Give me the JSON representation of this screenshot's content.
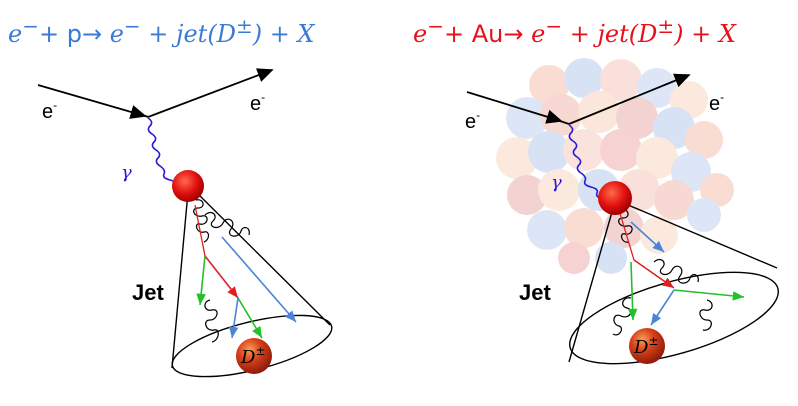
{
  "panels": [
    {
      "title": {
        "pre": "e",
        "sup1": "−",
        "plus": "+ ",
        "target": "p",
        "arrow": "→ ",
        "post": "e",
        "sup2": "−",
        "rest": " + jet(D",
        "sup3": "±",
        "end": ") + X"
      },
      "electron_in": "e",
      "electron_out": "e",
      "photon": "γ",
      "jet": "Jet",
      "meson": "D",
      "meson_sup": "±"
    },
    {
      "title": {
        "pre": "e",
        "sup1": "−",
        "plus": "+ ",
        "target": "Au",
        "arrow": "→ ",
        "post": "e",
        "sup2": "−",
        "rest": " + jet(D",
        "sup3": "±",
        "end": ") + X"
      },
      "electron_in": "e",
      "electron_out": "e",
      "photon": "γ",
      "jet": "Jet",
      "meson": "D",
      "meson_sup": "±"
    }
  ],
  "colors": {
    "left_title": "#3a7bd5",
    "right_title": "#e8101a",
    "photon": "#2a1ad6",
    "quark": "#e8101a",
    "track_blue": "#4a86d8",
    "track_green": "#22c02a",
    "track_red": "#e02020"
  }
}
